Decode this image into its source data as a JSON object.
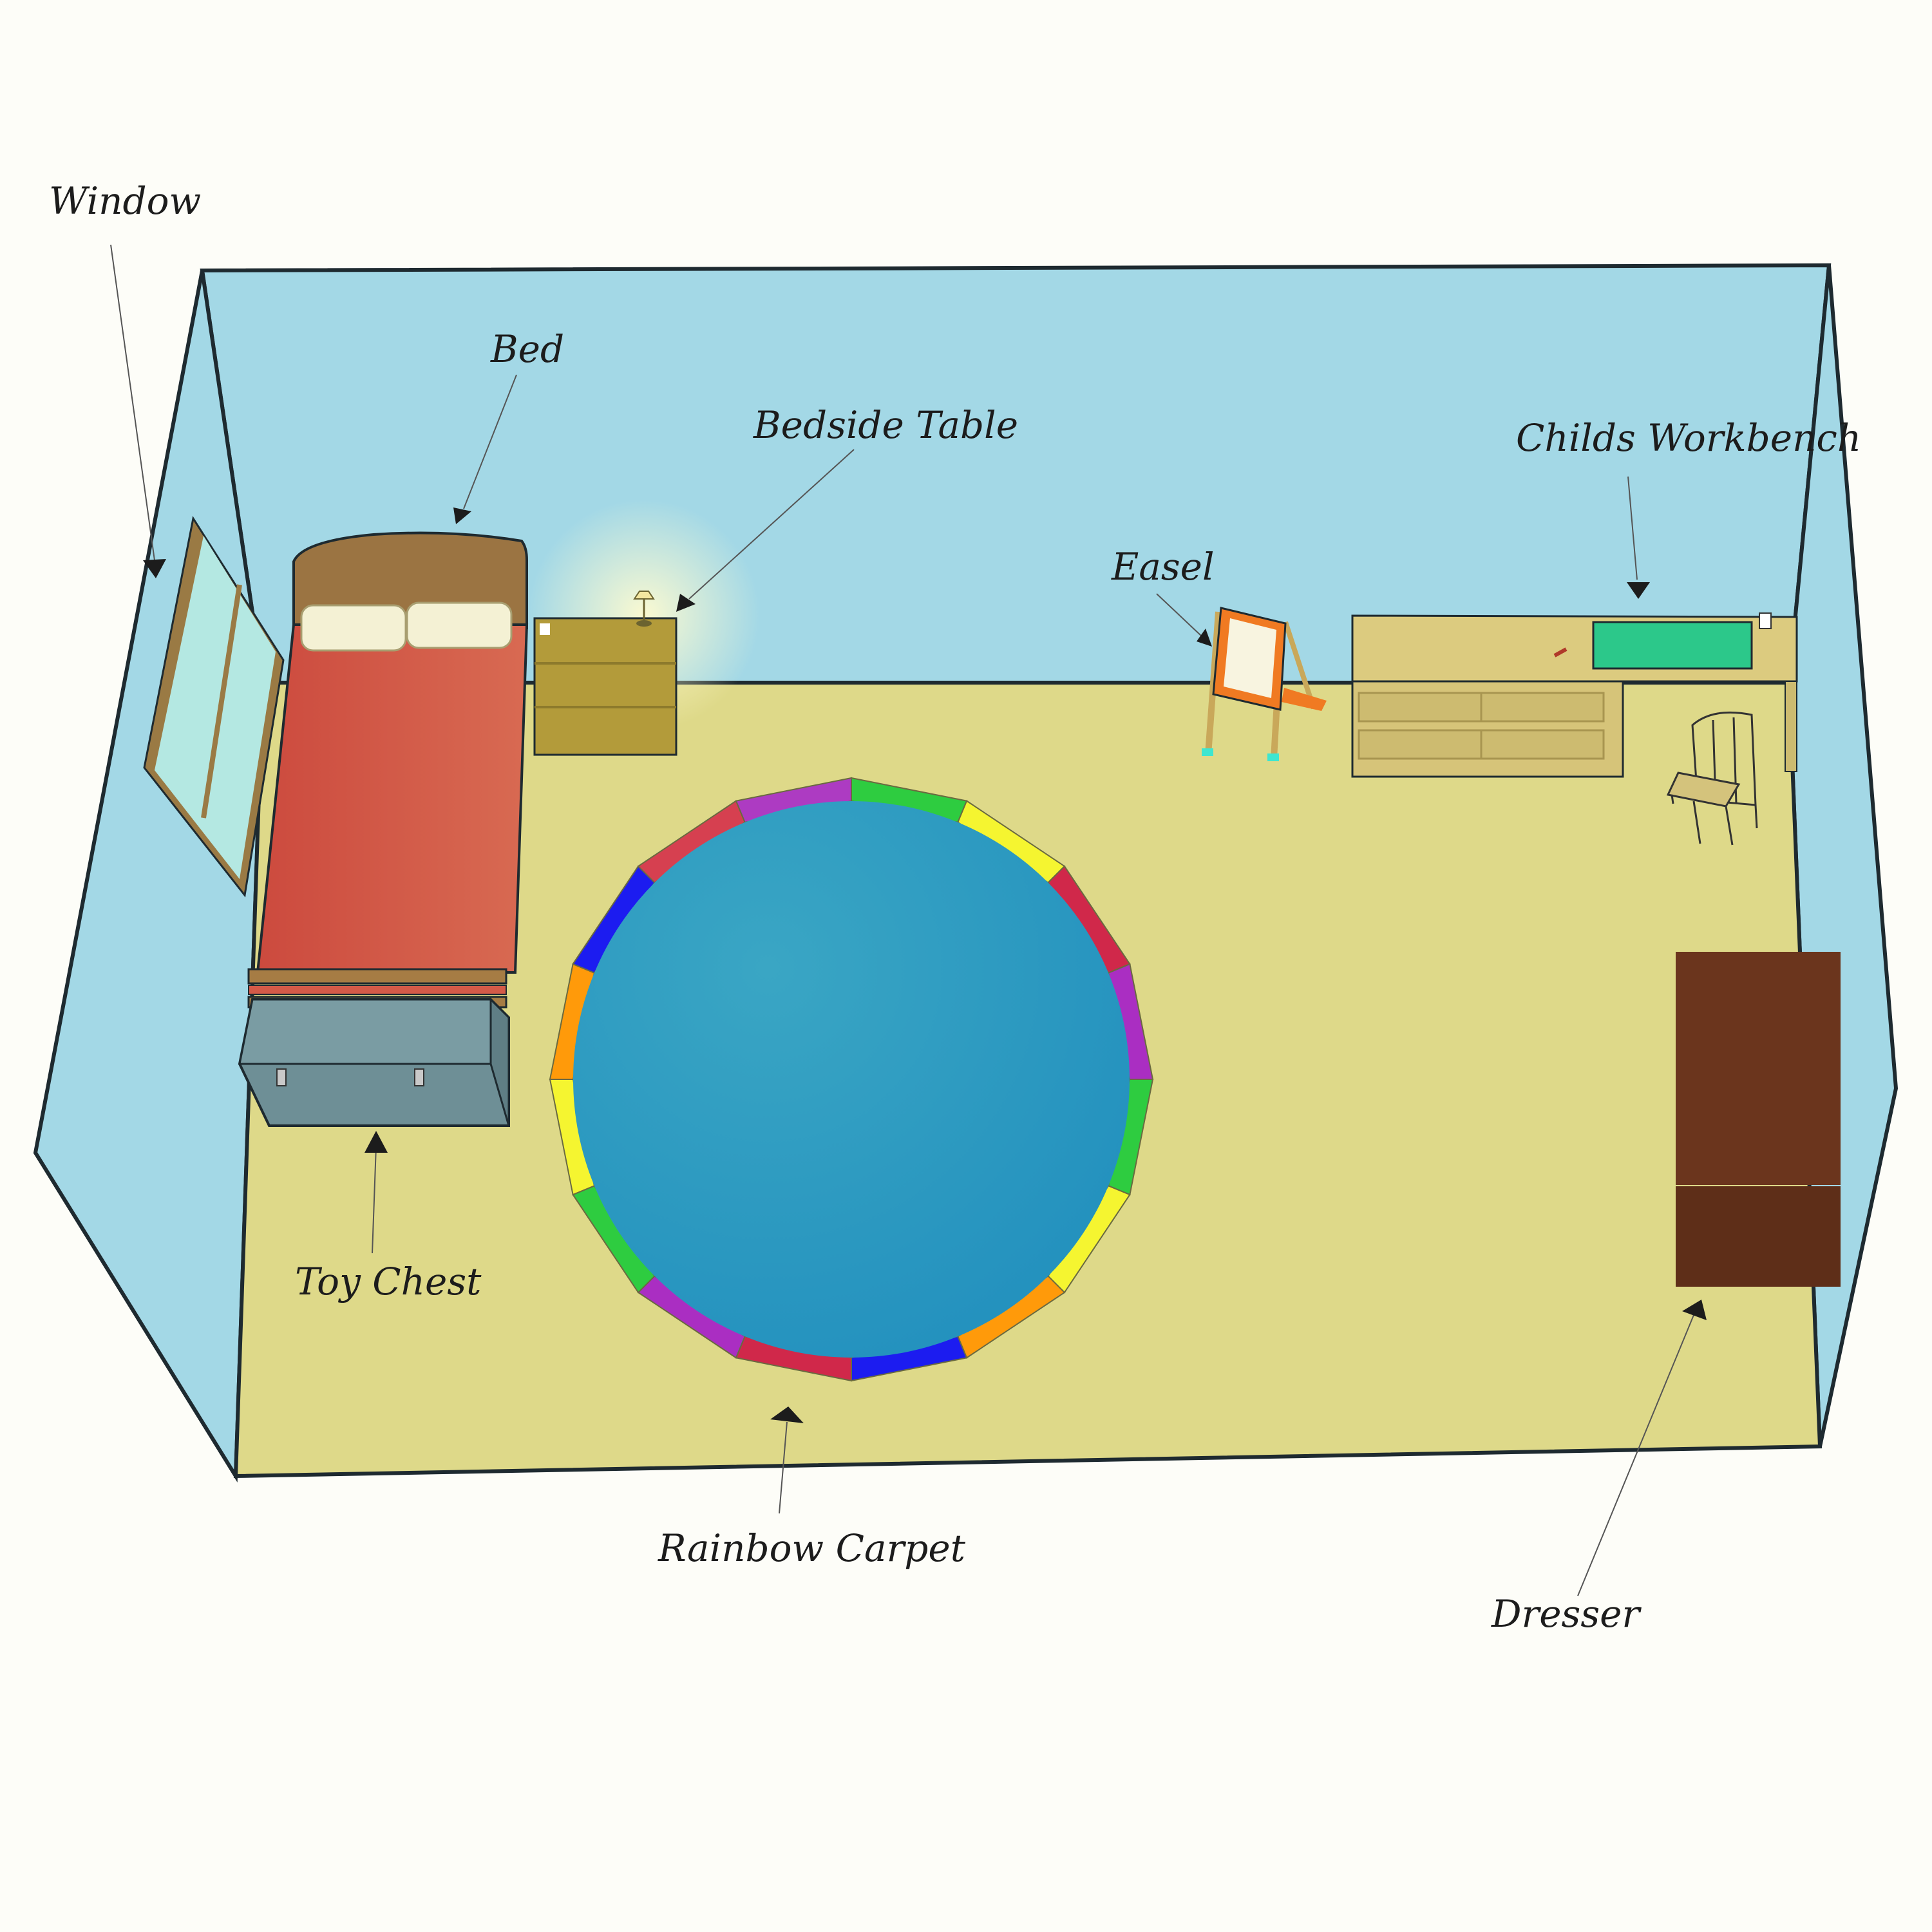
{
  "labels": {
    "window": "Window",
    "bed": "Bed",
    "bedside_table": "Bedside Table",
    "easel": "Easel",
    "workbench": "Childs Workbench",
    "toy_chest": "Toy Chest",
    "rainbow_carpet": "Rainbow Carpet",
    "dresser": "Dresser"
  },
  "colors": {
    "wall": "#a3d8e6",
    "floor": "#ded989",
    "outline": "#1e2a30",
    "bed_sheet": "#d45a48",
    "bed_headboard": "#9b7442",
    "pillow": "#f4f1d4",
    "bedside_table": "#b39b3a",
    "toy_chest": "#6e8f96",
    "workbench": "#dccb7f",
    "workbench_mat": "#2cc88a",
    "dresser": "#6b351d",
    "carpet_center": "#2f9ac2",
    "easel_frame": "#f07a22",
    "easel_board": "#f8f4e0",
    "window_glass": "#b4e8e2",
    "window_frame": "#9a7a44"
  },
  "carpet_segments": [
    "#2ecc40",
    "#f5f530",
    "#d0284a",
    "#aa2ec2",
    "#2ecc40",
    "#f5f530",
    "#ff9a0a",
    "#1c1cf0",
    "#d0284a",
    "#aa2ec2",
    "#2ecc40",
    "#f5f530",
    "#ff9a0a",
    "#1c1cf0",
    "#d64050",
    "#ad3bc2"
  ]
}
